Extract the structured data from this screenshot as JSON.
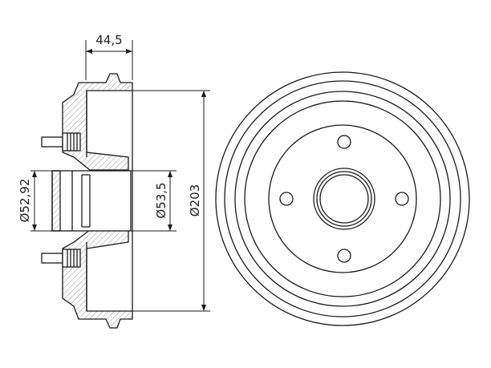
{
  "dimensions": {
    "width_label": "44,5",
    "bore_inner_label": "Ø52,92",
    "bore_outer_label": "Ø53,5",
    "outer_diameter_label": "Ø203"
  },
  "colors": {
    "line": "#1a1a1a",
    "hatch": "#555555",
    "fill": "#ffffff"
  }
}
